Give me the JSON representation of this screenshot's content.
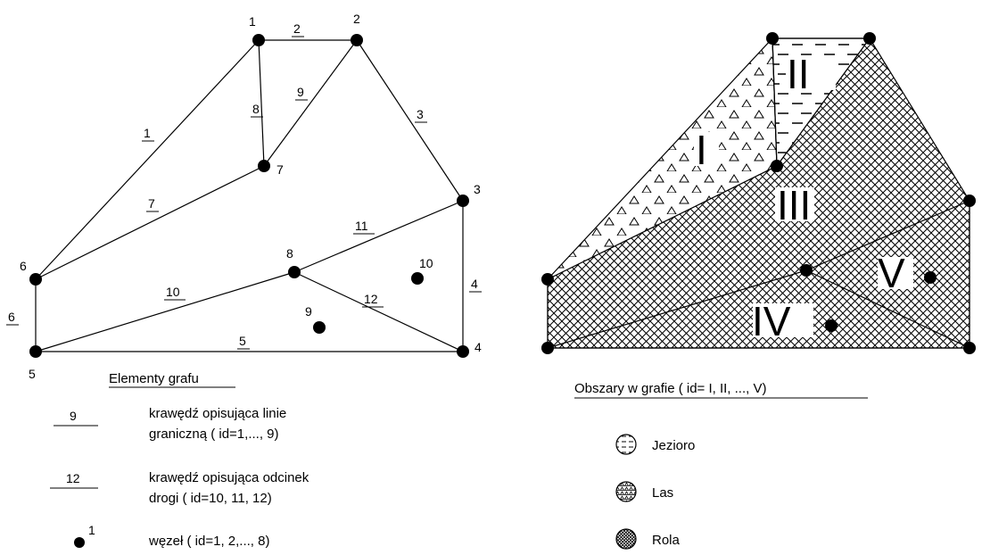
{
  "graph": {
    "node_labels": [
      "1",
      "2",
      "3",
      "4",
      "5",
      "6",
      "7",
      "8",
      "9",
      "10"
    ],
    "edge_labels": [
      "1",
      "2",
      "3",
      "4",
      "5",
      "6",
      "7",
      "8",
      "9",
      "10",
      "11",
      "12"
    ]
  },
  "legend_left": {
    "title": "Elementy grafu",
    "items": [
      {
        "sample": "9",
        "line1": "krawędź opisująca linie",
        "line2": "graniczną  ( id=1,..., 9)"
      },
      {
        "sample": "12",
        "line1": "krawędź opisująca odcinek",
        "line2": "drogi  ( id=10, 11, 12)"
      },
      {
        "sample": "1",
        "line1": "węzeł  ( id=1, 2,..., 8)",
        "line2": ""
      }
    ]
  },
  "regions": {
    "labels": [
      "I",
      "II",
      "III",
      "IV",
      "V"
    ],
    "title": "Obszary w grafie  ( id= I, II, ..., V)",
    "legend": [
      {
        "icon": "lake-pattern-icon",
        "label": "Jezioro"
      },
      {
        "icon": "forest-pattern-icon",
        "label": "Las"
      },
      {
        "icon": "field-pattern-icon",
        "label": "Rola"
      }
    ]
  },
  "colors": {
    "ink": "#000000",
    "background": "#ffffff"
  }
}
